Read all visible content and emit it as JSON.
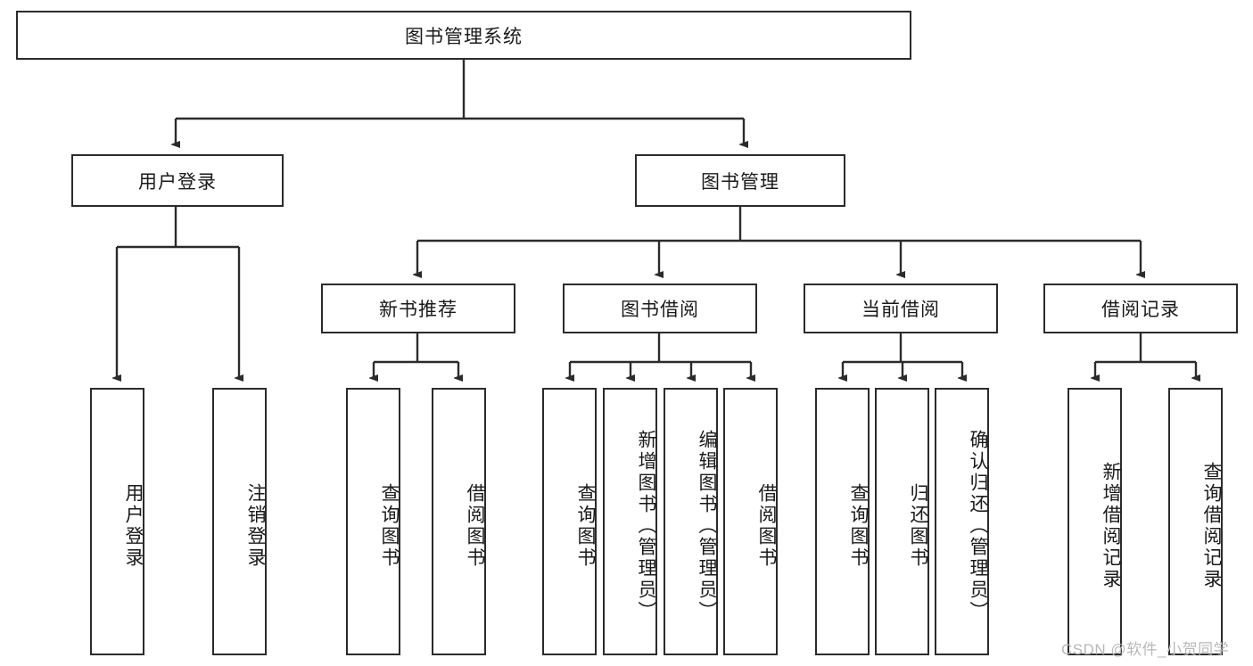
{
  "diagram": {
    "title": "图书管理系统",
    "type": "功能结构图",
    "root": {
      "id": "root",
      "label": "图书管理系统"
    },
    "level1": [
      {
        "id": "user-login",
        "label": "用户登录"
      },
      {
        "id": "book-manage",
        "label": "图书管理"
      }
    ],
    "level2": [
      {
        "id": "new-book-recommend",
        "label": "新书推荐",
        "parent": "book-manage"
      },
      {
        "id": "book-borrow",
        "label": "图书借阅",
        "parent": "book-manage"
      },
      {
        "id": "current-borrow",
        "label": "当前借阅",
        "parent": "book-manage"
      },
      {
        "id": "borrow-record",
        "label": "借阅记录",
        "parent": "book-manage"
      }
    ],
    "leaves": [
      {
        "id": "leaf-user-login",
        "label": "用户登录",
        "parent": "user-login"
      },
      {
        "id": "leaf-user-logout",
        "label": "注销登录",
        "parent": "user-login"
      },
      {
        "id": "leaf-query-book-1",
        "label": "查询图书",
        "parent": "new-book-recommend"
      },
      {
        "id": "leaf-borrow-book-1",
        "label": "借阅图书",
        "parent": "new-book-recommend"
      },
      {
        "id": "leaf-query-book-2",
        "label": "查询图书",
        "parent": "book-borrow"
      },
      {
        "id": "leaf-add-book",
        "label": "新增图书（管理员）",
        "parent": "book-borrow"
      },
      {
        "id": "leaf-edit-book",
        "label": "编辑图书（管理员）",
        "parent": "book-borrow"
      },
      {
        "id": "leaf-borrow-book-2",
        "label": "借阅图书",
        "parent": "book-borrow"
      },
      {
        "id": "leaf-query-book-3",
        "label": "查询图书",
        "parent": "current-borrow"
      },
      {
        "id": "leaf-return-book",
        "label": "归还图书",
        "parent": "current-borrow"
      },
      {
        "id": "leaf-confirm-return",
        "label": "确认归还（管理员）",
        "parent": "current-borrow"
      },
      {
        "id": "leaf-add-record",
        "label": "新增借阅记录",
        "parent": "borrow-record"
      },
      {
        "id": "leaf-query-record",
        "label": "查询借阅记录",
        "parent": "borrow-record"
      }
    ],
    "watermark": "CSDN @软件_小贺同学",
    "colors": {
      "stroke": "#2b2b2b",
      "background": "#ffffff",
      "text": "#1a1a1a",
      "watermark": "#b8b8b8"
    }
  }
}
